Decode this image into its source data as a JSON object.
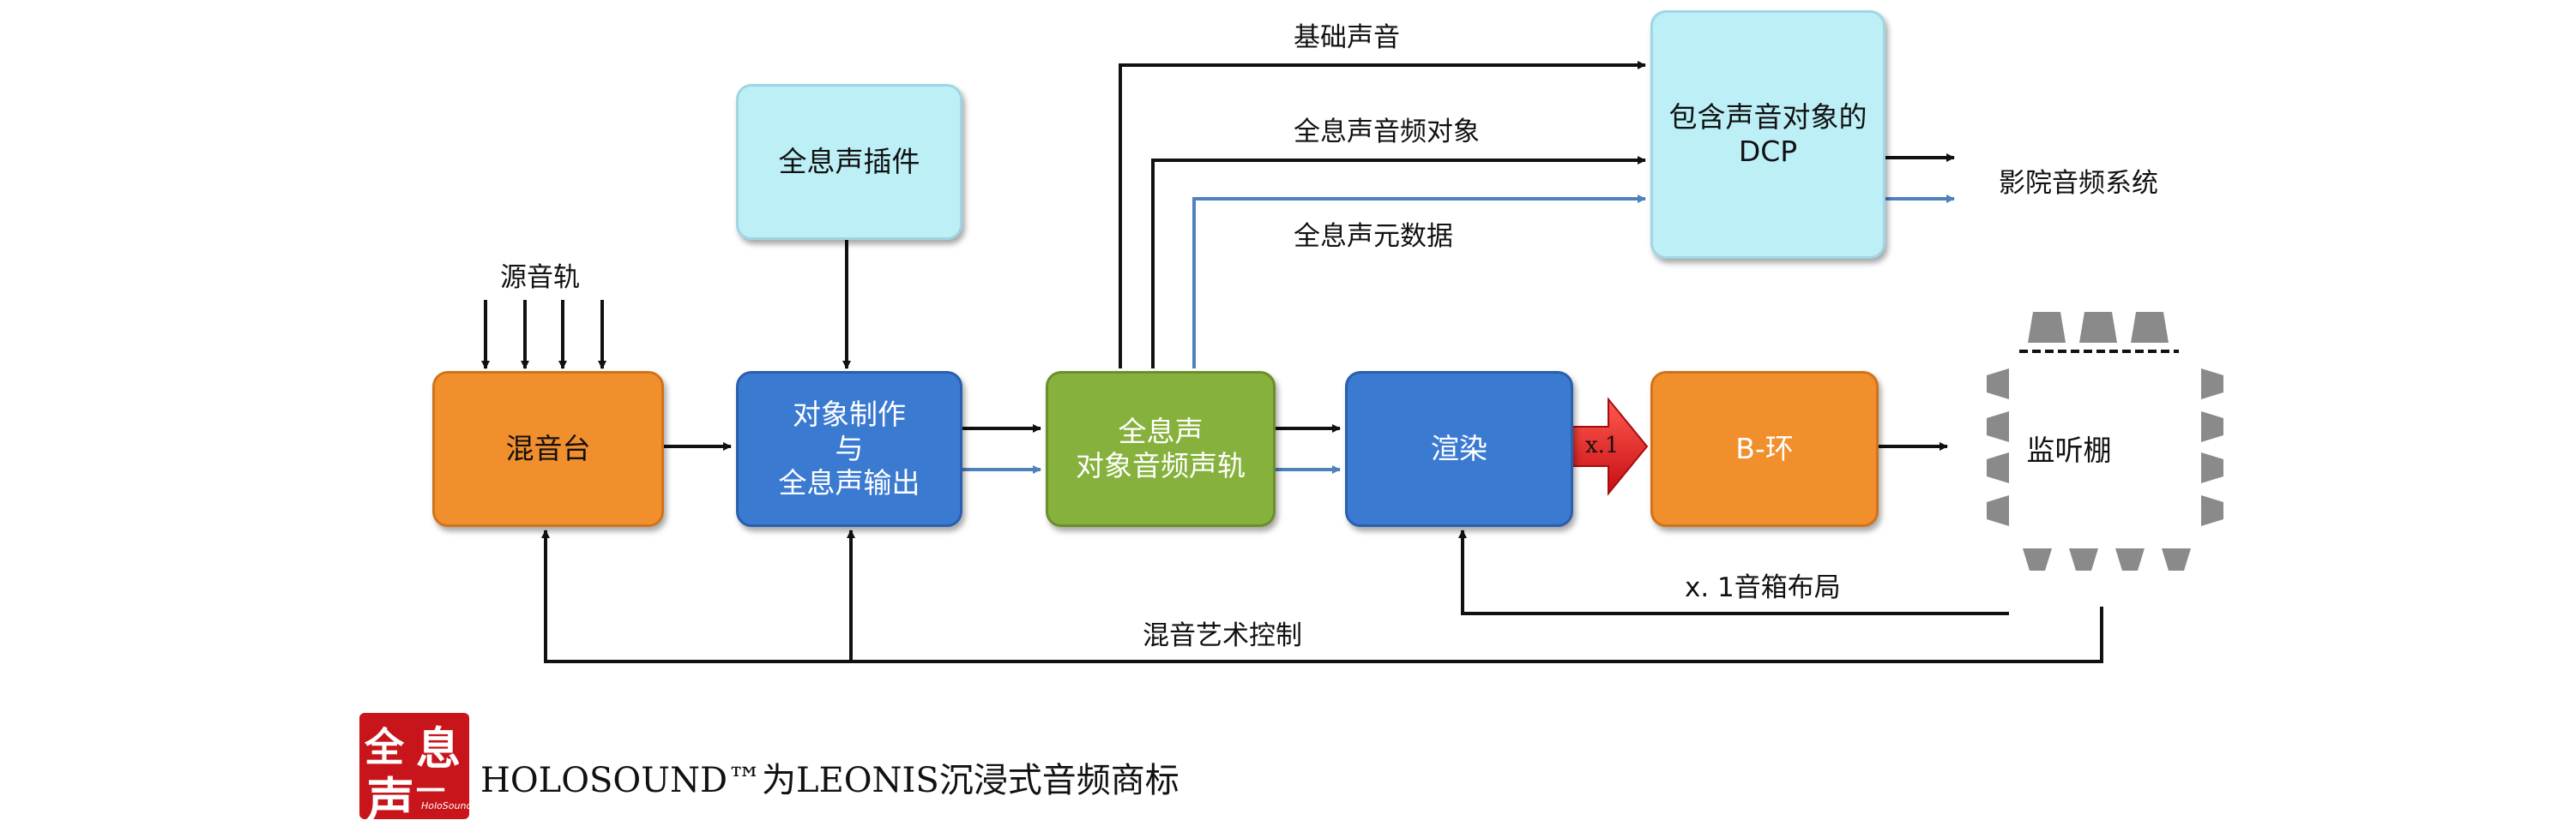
{
  "nodes": {
    "mixer": "混音台",
    "plugin": "全息声插件",
    "object_authoring": [
      "对象制作",
      "与",
      "全息声输出"
    ],
    "object_track": [
      "全息声",
      "对象音频声轨"
    ],
    "render": "渲染",
    "b_ring": "B-环",
    "dcp": [
      "包含声音对象的",
      "DCP"
    ],
    "monitor": "监听棚"
  },
  "labels": {
    "source_tracks": "源音轨",
    "base_sound": "基础声音",
    "object_audio": "全息声音频对象",
    "metadata": "全息声元数据",
    "cinema_system": "影院音频系统",
    "x1": "x.1",
    "speaker_layout": "x. 1音箱布局",
    "art_control": "混音艺术控制"
  },
  "logo": {
    "stamp_chars": [
      "全",
      "息",
      "声",
      "一"
    ],
    "stamp_mark": "HoloSound"
  },
  "footer": {
    "trademark": "HOLOSOUND™为LEONIS沉浸式音频商标"
  },
  "colors": {
    "audio_arrow": "#111111",
    "metadata_arrow": "#4f81bd",
    "x1_arrow": "#e0141b",
    "speaker": "#8a8a8a"
  }
}
